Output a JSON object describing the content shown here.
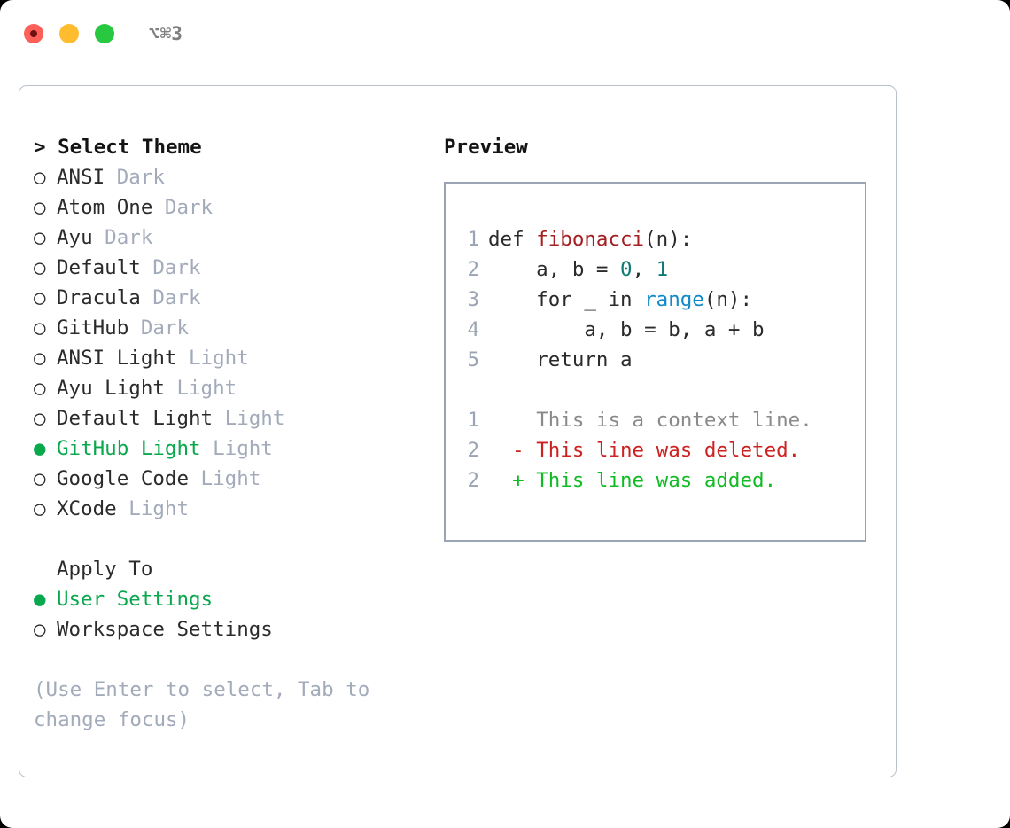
{
  "window": {
    "shortcut": "⌥⌘3",
    "traffic_lights": [
      {
        "name": "close",
        "color": "#fc6058"
      },
      {
        "name": "minimize",
        "color": "#febc2e"
      },
      {
        "name": "maximize",
        "color": "#28c840"
      }
    ]
  },
  "theme_picker": {
    "header": "> Select Theme",
    "bullet_unselected": "○ ",
    "bullet_selected": "● ",
    "items": [
      {
        "name": "ANSI",
        "variant": "Dark",
        "selected": false
      },
      {
        "name": "Atom One",
        "variant": "Dark",
        "selected": false
      },
      {
        "name": "Ayu",
        "variant": "Dark",
        "selected": false
      },
      {
        "name": "Default",
        "variant": "Dark",
        "selected": false
      },
      {
        "name": "Dracula",
        "variant": "Dark",
        "selected": false
      },
      {
        "name": "GitHub",
        "variant": "Dark",
        "selected": false
      },
      {
        "name": "ANSI Light",
        "variant": "Light",
        "selected": false
      },
      {
        "name": "Ayu Light",
        "variant": "Light",
        "selected": false
      },
      {
        "name": "Default Light",
        "variant": "Light",
        "selected": false
      },
      {
        "name": "GitHub Light",
        "variant": "Light",
        "selected": true
      },
      {
        "name": "Google Code",
        "variant": "Light",
        "selected": false
      },
      {
        "name": "XCode",
        "variant": "Light",
        "selected": false
      }
    ]
  },
  "apply_to": {
    "header": "Apply To",
    "options": [
      {
        "label": "User Settings",
        "selected": true
      },
      {
        "label": "Workspace Settings",
        "selected": false
      }
    ]
  },
  "hint": "(Use Enter to select, Tab to change focus)",
  "preview": {
    "title": "Preview",
    "code_lines": [
      {
        "no": "1",
        "segments": [
          {
            "text": "def ",
            "style": "plain"
          },
          {
            "text": "fibonacci",
            "style": "tok-func"
          },
          {
            "text": "(n):",
            "style": "plain"
          }
        ]
      },
      {
        "no": "2",
        "segments": [
          {
            "text": "    a, b = ",
            "style": "plain"
          },
          {
            "text": "0",
            "style": "tok-num"
          },
          {
            "text": ", ",
            "style": "plain"
          },
          {
            "text": "1",
            "style": "tok-num"
          }
        ]
      },
      {
        "no": "3",
        "segments": [
          {
            "text": "    for _ in ",
            "style": "plain"
          },
          {
            "text": "range",
            "style": "tok-builtin"
          },
          {
            "text": "(n):",
            "style": "plain"
          }
        ]
      },
      {
        "no": "4",
        "segments": [
          {
            "text": "        a, b = b, a + b",
            "style": "plain"
          }
        ]
      },
      {
        "no": "5",
        "segments": [
          {
            "text": "    return a",
            "style": "plain"
          }
        ]
      }
    ],
    "diff_lines": [
      {
        "no": "1",
        "marker": "  ",
        "text": "This is a context line.",
        "style": "diff-context"
      },
      {
        "no": "2",
        "marker": "- ",
        "text": "This line was deleted.",
        "style": "diff-del"
      },
      {
        "no": "2",
        "marker": "+ ",
        "text": "This line was added.",
        "style": "diff-add"
      }
    ]
  },
  "colors": {
    "accent_green": "#09a84d",
    "muted": "#a3abbb",
    "border": "#b9c1cd",
    "preview_border": "#9aa4b4",
    "diff_add": "#12bb25",
    "diff_del": "#cc2222",
    "token_function": "#a41e22",
    "token_number": "#0d7a75",
    "token_builtin": "#1189c8"
  }
}
